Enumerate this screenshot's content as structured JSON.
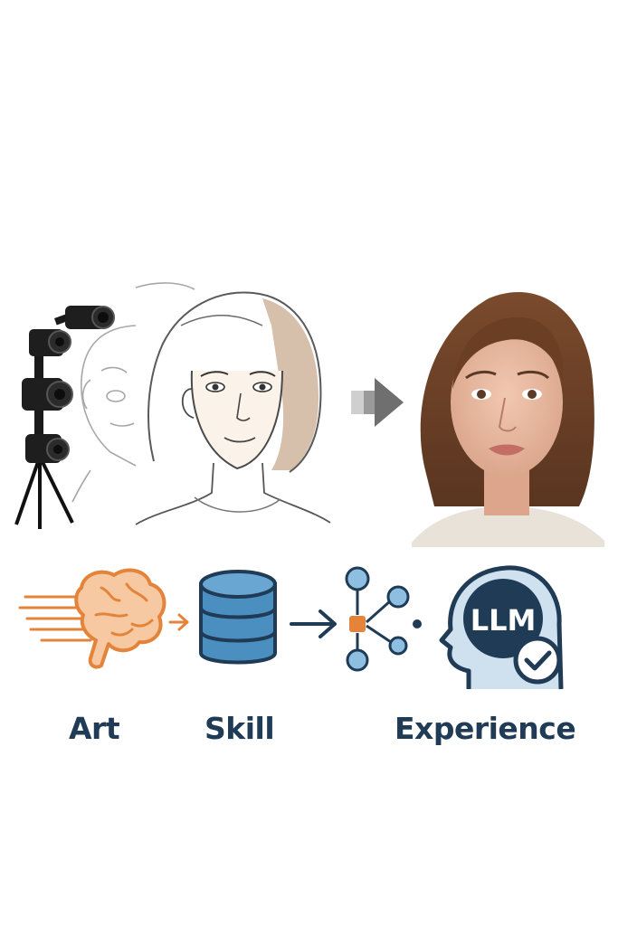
{
  "labels": {
    "art": "Art",
    "skill": "Skill",
    "experience": "Experience"
  },
  "head_badge": "LLM",
  "icons": {
    "camera_rig": "camera-rig-icon",
    "sketch_male": "sketch-male-head-icon",
    "sketch_female": "sketch-female-head-icon",
    "arrow_top": "arrow-right-icon",
    "photo_portrait": "photo-portrait-icon",
    "brain": "brain-speed-icon",
    "database": "database-icon",
    "network": "network-nodes-icon",
    "llm_head": "llm-head-icon",
    "checkmark": "check-badge-icon"
  },
  "colors": {
    "orange": "#e4843a",
    "navy": "#1f3b55",
    "blue": "#4b8fc0",
    "gray_arrow": "#7a7a7a"
  }
}
